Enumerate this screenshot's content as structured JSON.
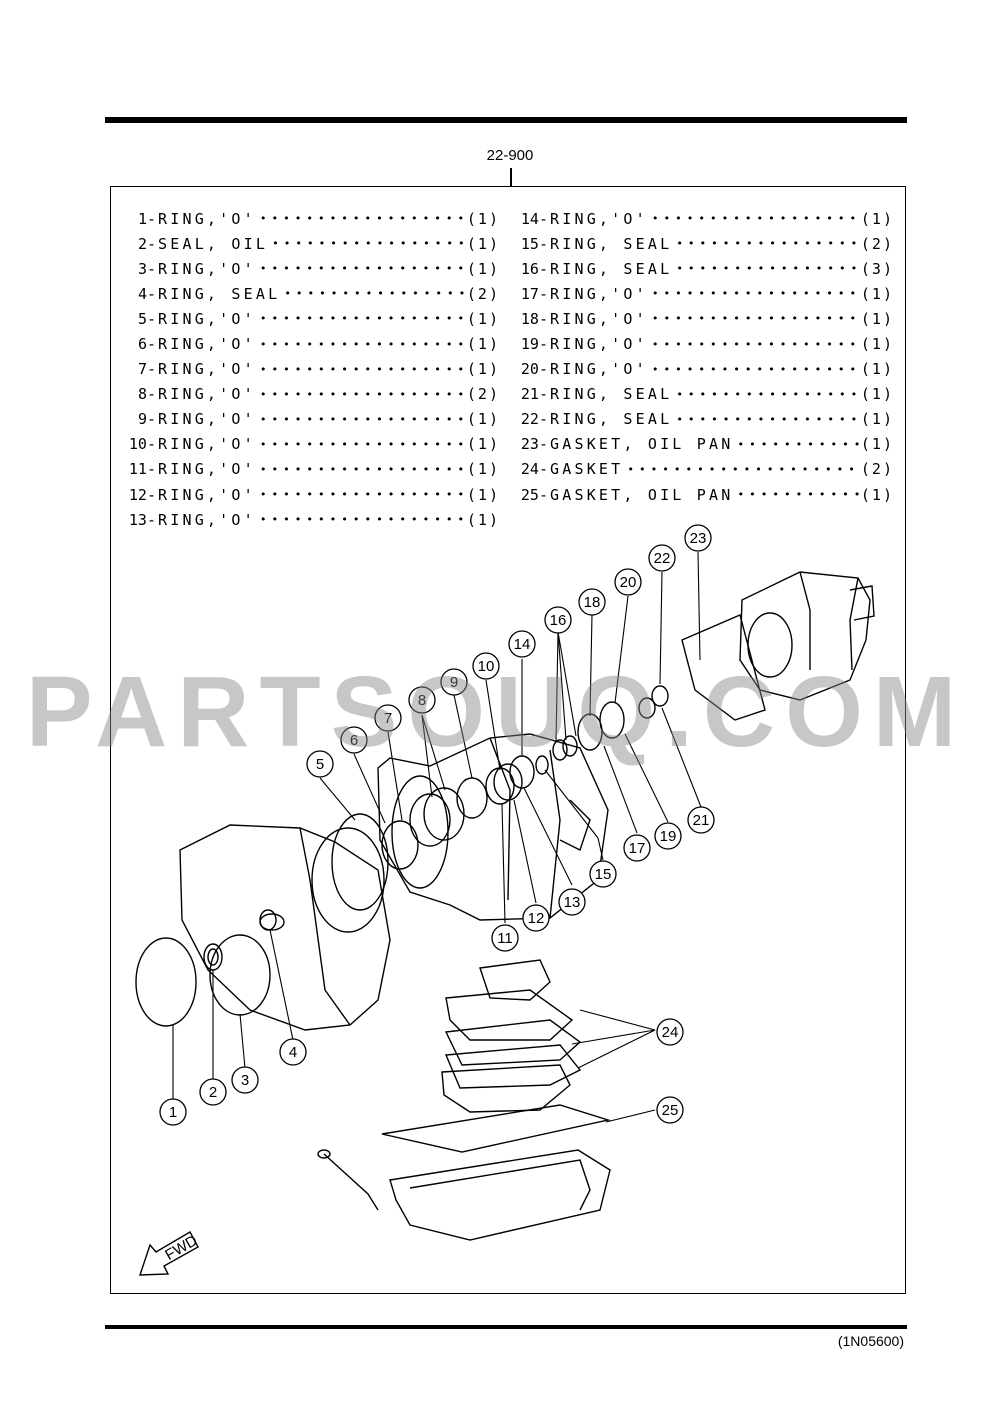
{
  "header": {
    "group_code": "22-900"
  },
  "parts_left": [
    {
      "num": "1",
      "name": "RING,'O'",
      "qty": "(1)"
    },
    {
      "num": "2",
      "name": "SEAL, OIL",
      "qty": "(1)"
    },
    {
      "num": "3",
      "name": "RING,'O'",
      "qty": "(1)"
    },
    {
      "num": "4",
      "name": "RING, SEAL",
      "qty": "(2)"
    },
    {
      "num": "5",
      "name": "RING,'O'",
      "qty": "(1)"
    },
    {
      "num": "6",
      "name": "RING,'O'",
      "qty": "(1)"
    },
    {
      "num": "7",
      "name": "RING,'O'",
      "qty": "(1)"
    },
    {
      "num": "8",
      "name": "RING,'O'",
      "qty": "(2)"
    },
    {
      "num": "9",
      "name": "RING,'O'",
      "qty": "(1)"
    },
    {
      "num": "10",
      "name": "RING,'O'",
      "qty": "(1)"
    },
    {
      "num": "11",
      "name": "RING,'O'",
      "qty": "(1)"
    },
    {
      "num": "12",
      "name": "RING,'O'",
      "qty": "(1)"
    },
    {
      "num": "13",
      "name": "RING,'O'",
      "qty": "(1)"
    }
  ],
  "parts_right": [
    {
      "num": "14",
      "name": "RING,'O'",
      "qty": "(1)"
    },
    {
      "num": "15",
      "name": "RING, SEAL",
      "qty": "(2)"
    },
    {
      "num": "16",
      "name": "RING, SEAL",
      "qty": "(3)"
    },
    {
      "num": "17",
      "name": "RING,'O'",
      "qty": "(1)"
    },
    {
      "num": "18",
      "name": "RING,'O'",
      "qty": "(1)"
    },
    {
      "num": "19",
      "name": "RING,'O'",
      "qty": "(1)"
    },
    {
      "num": "20",
      "name": "RING,'O'",
      "qty": "(1)"
    },
    {
      "num": "21",
      "name": "RING, SEAL",
      "qty": "(1)"
    },
    {
      "num": "22",
      "name": "RING, SEAL",
      "qty": "(1)"
    },
    {
      "num": "23",
      "name": "GASKET, OIL PAN",
      "qty": "(1)"
    },
    {
      "num": "24",
      "name": "GASKET",
      "qty": "(2)"
    },
    {
      "num": "25",
      "name": "GASKET, OIL PAN",
      "qty": "(1)"
    }
  ],
  "callouts": [
    "1",
    "2",
    "3",
    "4",
    "5",
    "6",
    "7",
    "8",
    "9",
    "10",
    "11",
    "12",
    "13",
    "14",
    "15",
    "16",
    "17",
    "18",
    "19",
    "20",
    "21",
    "22",
    "23",
    "24",
    "25"
  ],
  "fwd_label": "FWD",
  "watermark": "PARTSOUQ.COM",
  "footer": {
    "drawing_code": "(1N05600)"
  }
}
